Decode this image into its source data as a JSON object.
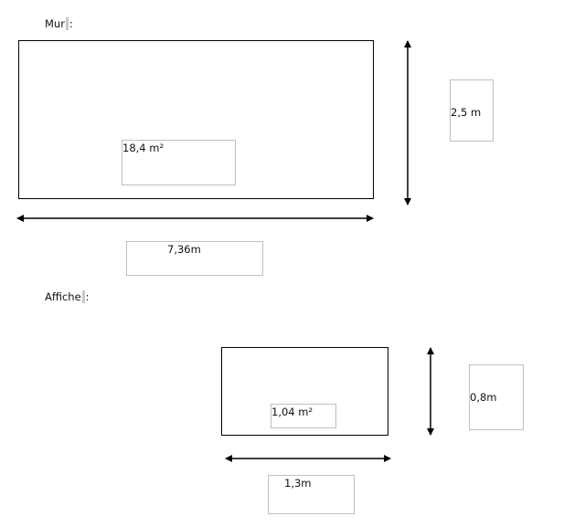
{
  "wall": {
    "heading": "Mur",
    "heading_suffix": ":",
    "area_label": "18,4 m²",
    "height_label": "2,5 m",
    "width_label": "7,36m"
  },
  "poster": {
    "heading": "Affiche",
    "heading_suffix": ":",
    "area_label": "1,04 m²",
    "height_label": "0,8m",
    "width_label": "1,3m"
  }
}
